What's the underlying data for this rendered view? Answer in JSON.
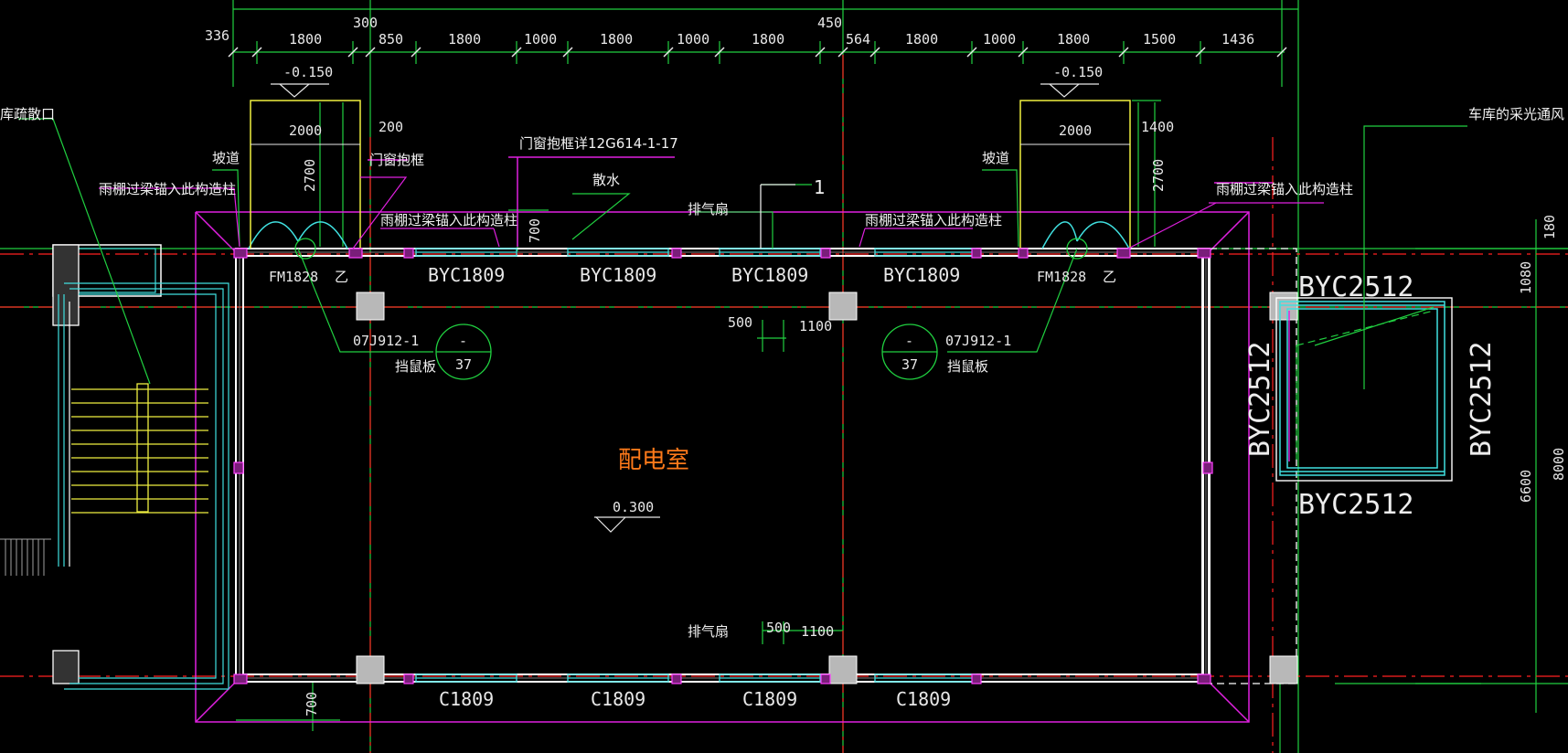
{
  "dimensions_top": [
    "336",
    "1800",
    "300",
    "850",
    "1800",
    "1000",
    "1800",
    "1000",
    "1800",
    "450",
    "564",
    "1800",
    "1000",
    "1800",
    "1500",
    "1436"
  ],
  "dimensions_misc": {
    "d2000_left": "2000",
    "d2000_right": "2000",
    "d2700_left": "2700",
    "d2700_right": "2700",
    "d200": "200",
    "d1400": "1400",
    "d700_top": "700",
    "d700_bottom": "700",
    "d500_mid": "500",
    "d1100_mid": "1100",
    "d500_bot": "500",
    "d1100_bot": "1100",
    "d180": "180",
    "d1080": "1080",
    "d6600": "6600",
    "d8000": "8000"
  },
  "elevations": {
    "left": "-0.150",
    "right": "-0.150",
    "room": "0.300"
  },
  "room_label": "配电室",
  "annotations": {
    "ramp_left": "坡道",
    "ramp_right": "坡道",
    "door_frame": "门窗抱框",
    "door_detail": "门窗抱框详12G614-1-17",
    "apron": "散水",
    "fan_top": "排气扇",
    "fan_bottom": "排气扇",
    "canopy_left": "雨棚过梁锚入此构造柱",
    "canopy_mid_left": "雨棚过梁锚入此构造柱",
    "canopy_mid_right": "雨棚过梁锚入此构造柱",
    "canopy_right": "雨棚过梁锚入此构造柱",
    "garage_exit": "库疏散口",
    "garage_light": "车库的采光通风",
    "rat_board_left": "挡鼠板",
    "rat_board_right": "挡鼠板",
    "section_mark": "1"
  },
  "doors": {
    "left": "FM1828",
    "left_grade": "乙",
    "right": "FM1828",
    "right_grade": "乙"
  },
  "detail_refs": {
    "left_code": "07J912-1",
    "left_dash": "-",
    "left_num": "37",
    "right_code": "07J912-1",
    "right_dash": "-",
    "right_num": "37"
  },
  "windows_top": [
    "BYC1809",
    "BYC1809",
    "BYC1809",
    "BYC1809"
  ],
  "windows_bottom": [
    "C1809",
    "C1809",
    "C1809",
    "C1809"
  ],
  "windows_right": {
    "top": "BYC2512",
    "left_vertical": "BYC2512",
    "right_vertical": "BYC2512",
    "bottom": "BYC2512"
  },
  "colors": {
    "background": "#000000",
    "axis": "#ff2020",
    "wall": "#ffffff",
    "magenta": "#e020e0",
    "cyan": "#40e0e0",
    "yellow": "#f0f040",
    "green": "#20d040",
    "blue": "#2060ff",
    "gray_column": "#b8b8b8",
    "room_text": "#ff7a1a"
  }
}
